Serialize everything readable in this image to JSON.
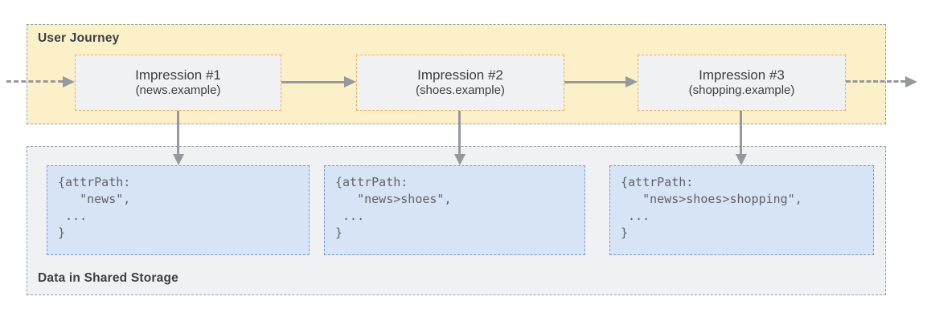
{
  "journey": {
    "label": "User Journey",
    "impressions": [
      {
        "title": "Impression #1",
        "site": "(news.example)"
      },
      {
        "title": "Impression #2",
        "site": "(shoes.example)"
      },
      {
        "title": "Impression #3",
        "site": "(shopping.example)"
      }
    ]
  },
  "storage": {
    "label": "Data in Shared Storage",
    "entries": [
      {
        "code": "{attrPath:\n   \"news\",\n ...\n}"
      },
      {
        "code": "{attrPath:\n   \"news>shoes\",\n ...\n}"
      },
      {
        "code": "{attrPath:\n   \"news>shoes>shopping\",\n ...\n}"
      }
    ]
  },
  "icons": {
    "flow_arrows": [
      "arrow-right-dashed",
      "arrow-right-solid",
      "arrow-right-solid",
      "arrow-right-dashed",
      "arrow-down-solid",
      "arrow-down-solid",
      "arrow-down-solid"
    ]
  },
  "colors": {
    "journey_bg": "#FCF0C9",
    "journey_border": "#9AA0A6",
    "impression_bg": "#F0F1F3",
    "impression_border": "#F5AB54",
    "storage_bg": "#F0F1F2",
    "storage_border": "#9AA0A6",
    "entry_bg": "#D6E4F5",
    "entry_border": "#6D9EEB",
    "arrow": "#95999E",
    "label_text": "#3C4043",
    "code_text": "#5F6368"
  }
}
